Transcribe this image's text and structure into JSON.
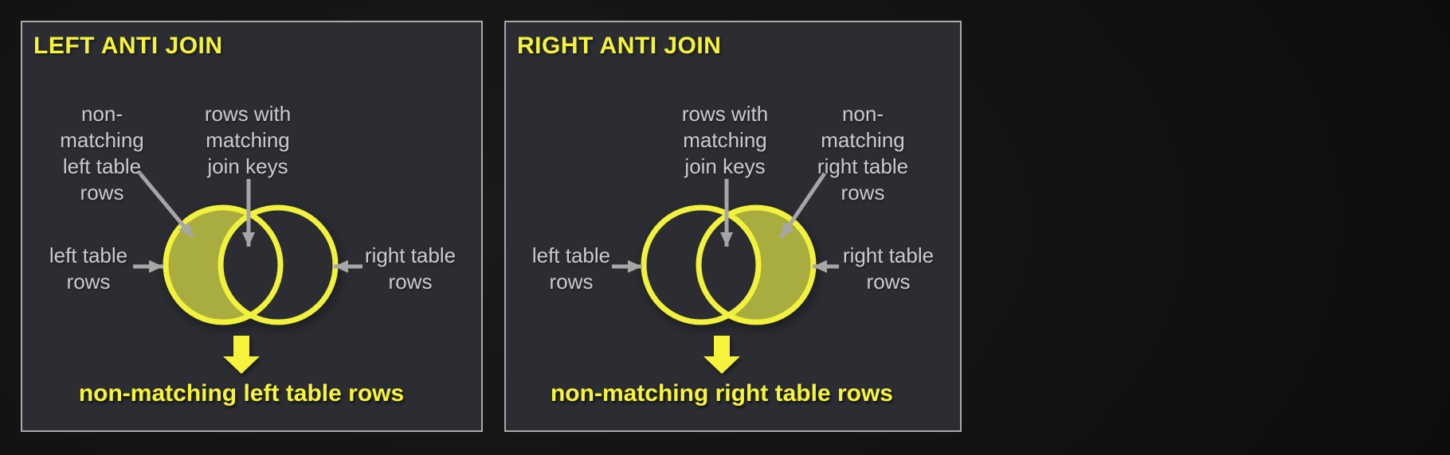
{
  "colors": {
    "page_background": "#131313",
    "panel_background": "#2b2d33",
    "panel_border": "#a9a9a9",
    "accent_yellow": "#f5f33c",
    "highlight_fill": "#a9ad3f",
    "label_gray": "#cbcbcb",
    "arrow_gray": "#a6a6a6"
  },
  "panels": [
    {
      "title": "LEFT ANTI JOIN",
      "highlighted_region": "left",
      "labels": {
        "nonmatching": {
          "lines": [
            "non-",
            "matching",
            "left table",
            "rows"
          ]
        },
        "matching": {
          "lines": [
            "rows with",
            "matching",
            "join keys"
          ]
        },
        "left_table": {
          "lines": [
            "left table",
            "rows"
          ]
        },
        "right_table": {
          "lines": [
            "right table",
            "rows"
          ]
        }
      },
      "result": "non-matching left table rows"
    },
    {
      "title": "RIGHT ANTI JOIN",
      "highlighted_region": "right",
      "labels": {
        "matching": {
          "lines": [
            "rows with",
            "matching",
            "join keys"
          ]
        },
        "nonmatching": {
          "lines": [
            "non-",
            "matching",
            "right table",
            "rows"
          ]
        },
        "left_table": {
          "lines": [
            "left table",
            "rows"
          ]
        },
        "right_table": {
          "lines": [
            "right table",
            "rows"
          ]
        }
      },
      "result": "non-matching right table rows"
    }
  ]
}
